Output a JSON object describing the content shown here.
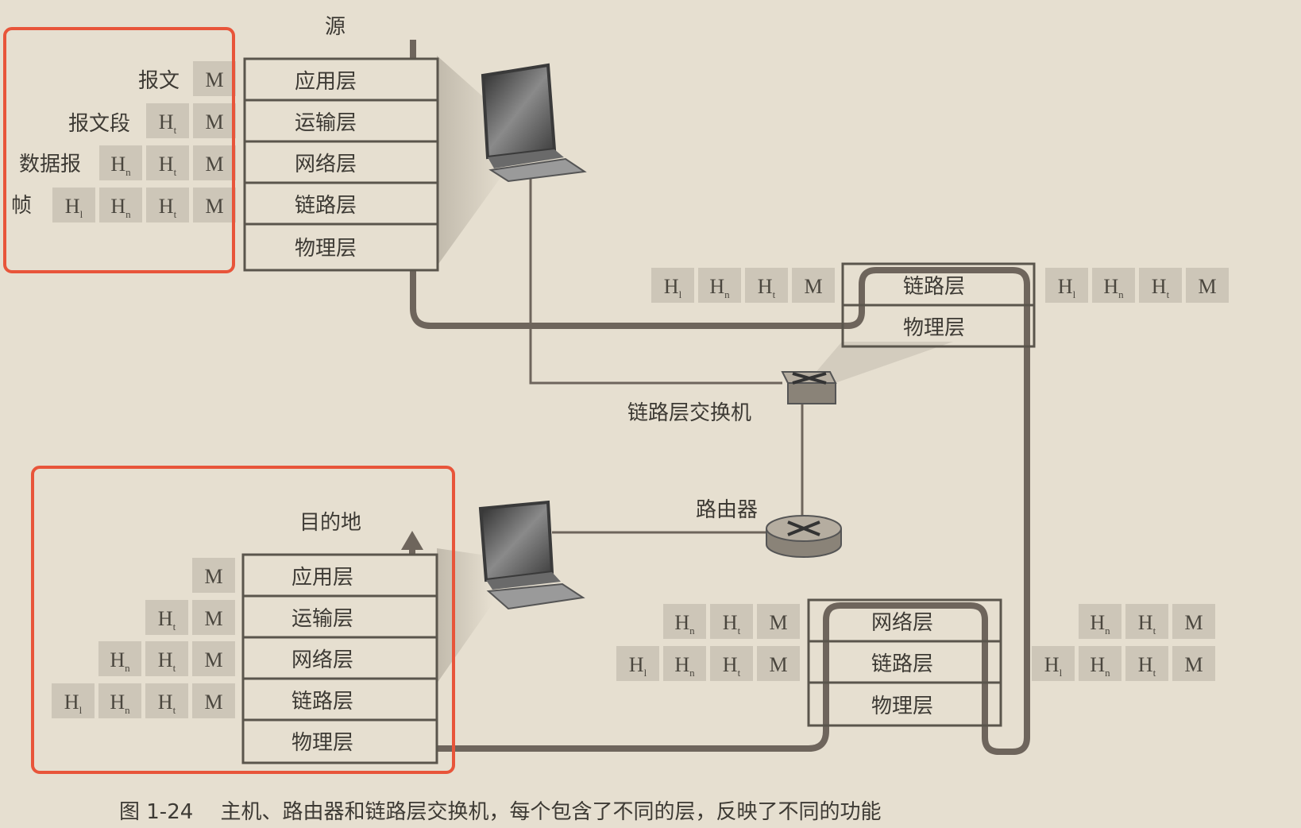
{
  "source_label": "源",
  "destination_label": "目的地",
  "layers": [
    "应用层",
    "运输层",
    "网络层",
    "链路层",
    "物理层"
  ],
  "switch_layers": [
    "链路层",
    "物理层"
  ],
  "router_layers": [
    "网络层",
    "链路层",
    "物理层"
  ],
  "pdu_labels": {
    "message": "报文",
    "segment": "报文段",
    "datagram": "数据报",
    "frame": "帧"
  },
  "headers": {
    "M": "M",
    "H": "H",
    "t": "t",
    "n": "n",
    "l": "l"
  },
  "device_labels": {
    "switch": "链路层交换机",
    "router": "路由器"
  },
  "caption": "图 1-24　 主机、路由器和链路层交换机，每个包含了不同的层，反映了不同的功能",
  "colors": {
    "background": "#e6dfd0",
    "header_box": "#cdc6b8",
    "line": "#6e655c",
    "highlight": "#e8553a"
  }
}
